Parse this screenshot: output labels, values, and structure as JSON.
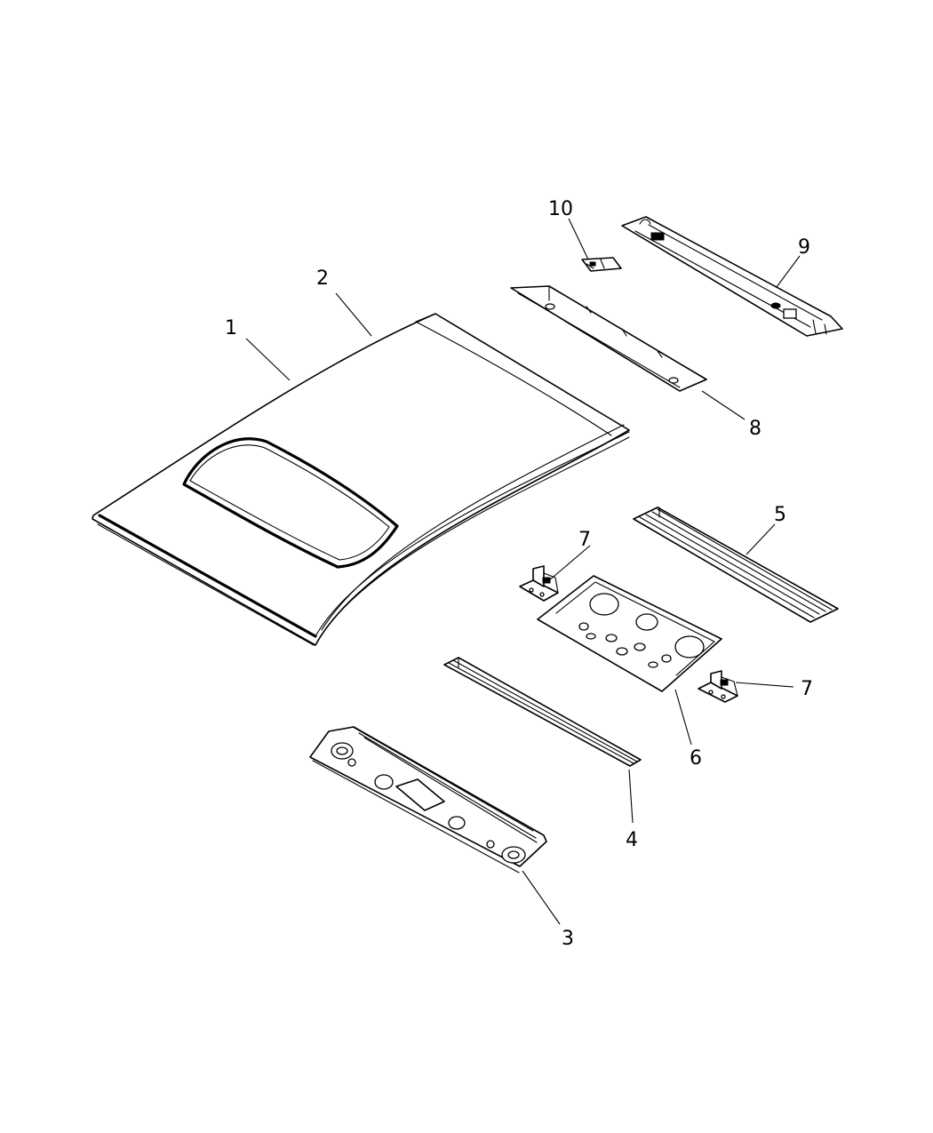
{
  "callouts": [
    "1",
    "2",
    "3",
    "4",
    "5",
    "6",
    "7",
    "7",
    "8",
    "9",
    "10"
  ],
  "colors": {
    "line": "#000000",
    "background": "#ffffff"
  }
}
